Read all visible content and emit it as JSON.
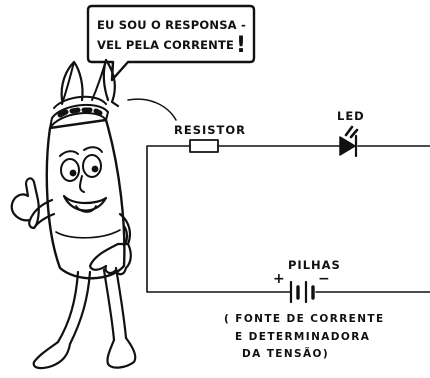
{
  "speech_bubble": {
    "line1": "EU SOU O RESPONSA -",
    "line2": "VEL PELA CORRENTE",
    "exclamation": "!"
  },
  "labels": {
    "resistor": "RESISTOR",
    "led": "LED",
    "batteries": "PILHAS",
    "plus": "+",
    "minus": "−"
  },
  "note": {
    "line1": "( FONTE  DE  CORRENTE",
    "line2": "E   DETERMINADORA",
    "line3": "DA  TENSÃO)"
  }
}
